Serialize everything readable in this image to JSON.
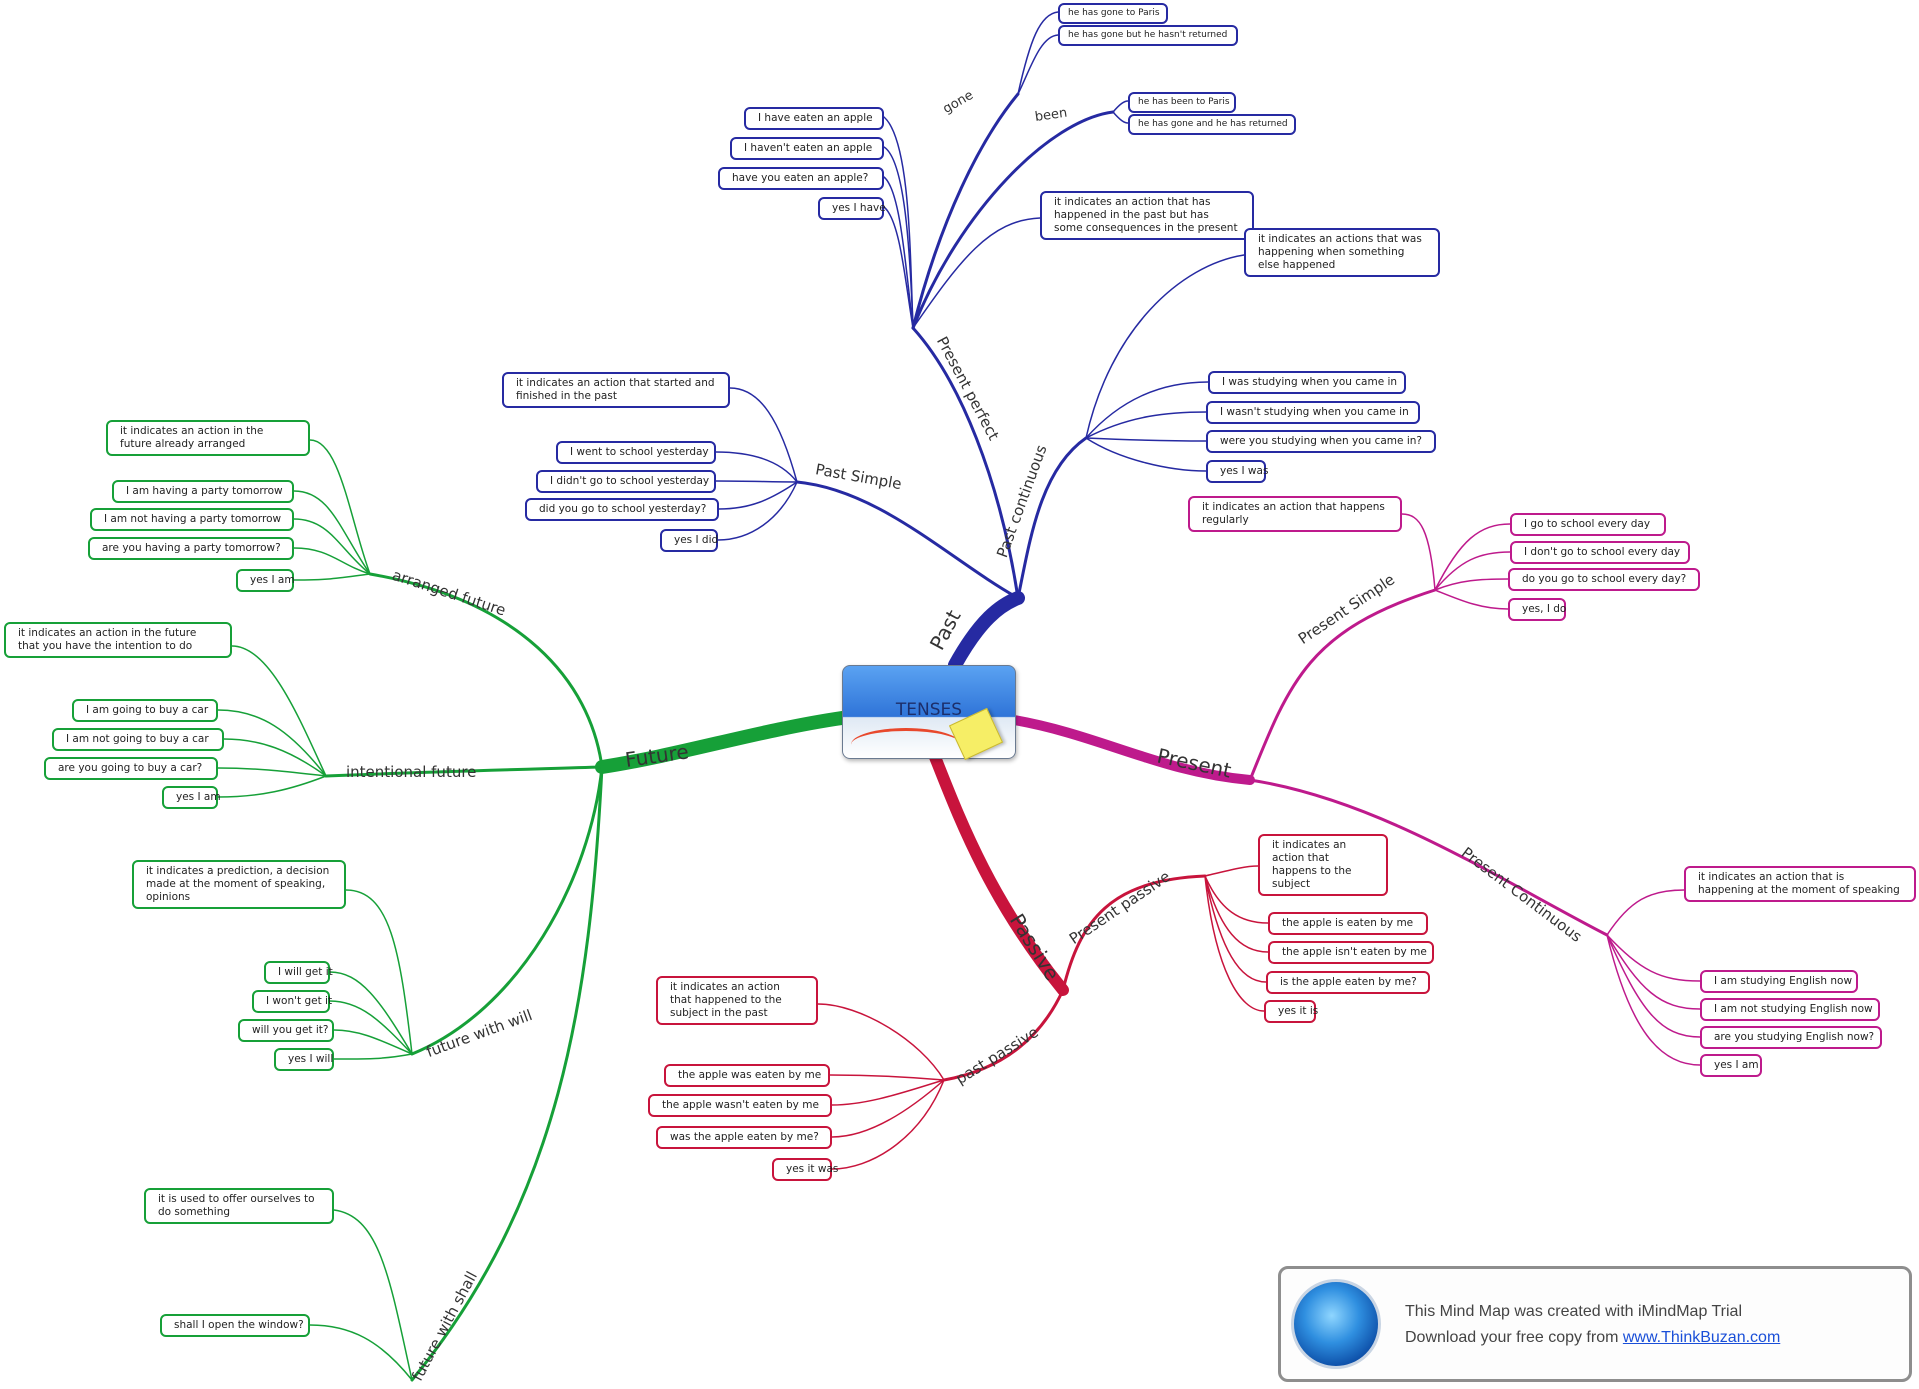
{
  "center": {
    "title": "TENSES"
  },
  "colors": {
    "past": "#262aa2",
    "present": "#be1a8c",
    "passive": "#c8143c",
    "future": "#16a038"
  },
  "branches": {
    "past": "Past",
    "present": "Present",
    "passive": "Passive",
    "future": "Future"
  },
  "subbranches": {
    "present_perfect": "Present perfect",
    "gone": "gone",
    "been": "been",
    "past_continuous": "Past continuous",
    "past_simple": "Past Simple",
    "present_simple": "Present Simple",
    "present_continuous": "Present Continuous",
    "present_passive": "Present passive",
    "past_passive": "past passive",
    "arranged_future": "arranged future",
    "intentional_future": "intentional future",
    "future_with_will": "future with will",
    "future_with_shall": "future with shall"
  },
  "nodes": {
    "gone_1": "he has gone to Paris",
    "gone_2": "he has gone but he hasn't returned",
    "been_1": "he has been to Paris",
    "been_2": "he has gone and he has returned",
    "pp_1": "I have eaten an apple",
    "pp_2": "I haven't eaten an apple",
    "pp_3": "have you eaten an apple?",
    "pp_4": "yes I have",
    "pp_def": "it indicates an action that has happened in the past but has some consequences in the present",
    "pc_def": "it indicates an actions that was happening when something else happened",
    "pc_1": "I was studying when you came in",
    "pc_2": "I wasn't studying when you came in",
    "pc_3": "were you studying when you came in?",
    "pc_4": "yes I was",
    "ps_def": "it indicates an action that started and finished in the past",
    "ps_1": "I went to school yesterday",
    "ps_2": "I didn't go to school yesterday",
    "ps_3": "did you go to school yesterday?",
    "ps_4": "yes I did",
    "prs_def": "it indicates an action that happens regularly",
    "prs_1": "I go to school every day",
    "prs_2": "I don't go to school every day",
    "prs_3": "do you go to school every day?",
    "prs_4": "yes, I do",
    "prc_def": "it indicates an action that is happening at the moment of speaking",
    "prc_1": "I am studying English now",
    "prc_2": "I am not studying English now",
    "prc_3": "are you studying English now?",
    "prc_4": "yes I am",
    "prp_def": "it indicates an action that happens to the subject",
    "prp_1": "the apple is eaten by me",
    "prp_2": "the apple isn't eaten by me",
    "prp_3": "is the apple eaten by me?",
    "prp_4": "yes it is",
    "pap_def": "it indicates an action that happened to the subject in the past",
    "pap_1": "the apple was eaten by me",
    "pap_2": "the apple wasn't eaten by me",
    "pap_3": "was the apple eaten by me?",
    "pap_4": "yes it was",
    "af_def": "it indicates an action in the future already arranged",
    "af_1": "I am having a party tomorrow",
    "af_2": "I am not having a party tomorrow",
    "af_3": "are you having a party tomorrow?",
    "af_4": "yes I am",
    "if_def": "it indicates an action in the future that you have the intention to do",
    "if_1": "I am going to buy a car",
    "if_2": "I am not going to buy a car",
    "if_3": "are you going to buy a car?",
    "if_4": "yes I am",
    "fw_def": "it indicates a prediction, a decision made at the moment of speaking, opinions",
    "fw_1": "I will get it",
    "fw_2": "I won't get it",
    "fw_3": "will you get it?",
    "fw_4": "yes I will",
    "fs_def": "it is used to offer ourselves to do something",
    "fs_1": "shall I open the window?"
  },
  "banner": {
    "line1": "This Mind Map was created with iMindMap Trial",
    "line2_prefix": "Download your free copy from ",
    "link": "www.ThinkBuzan.com"
  }
}
